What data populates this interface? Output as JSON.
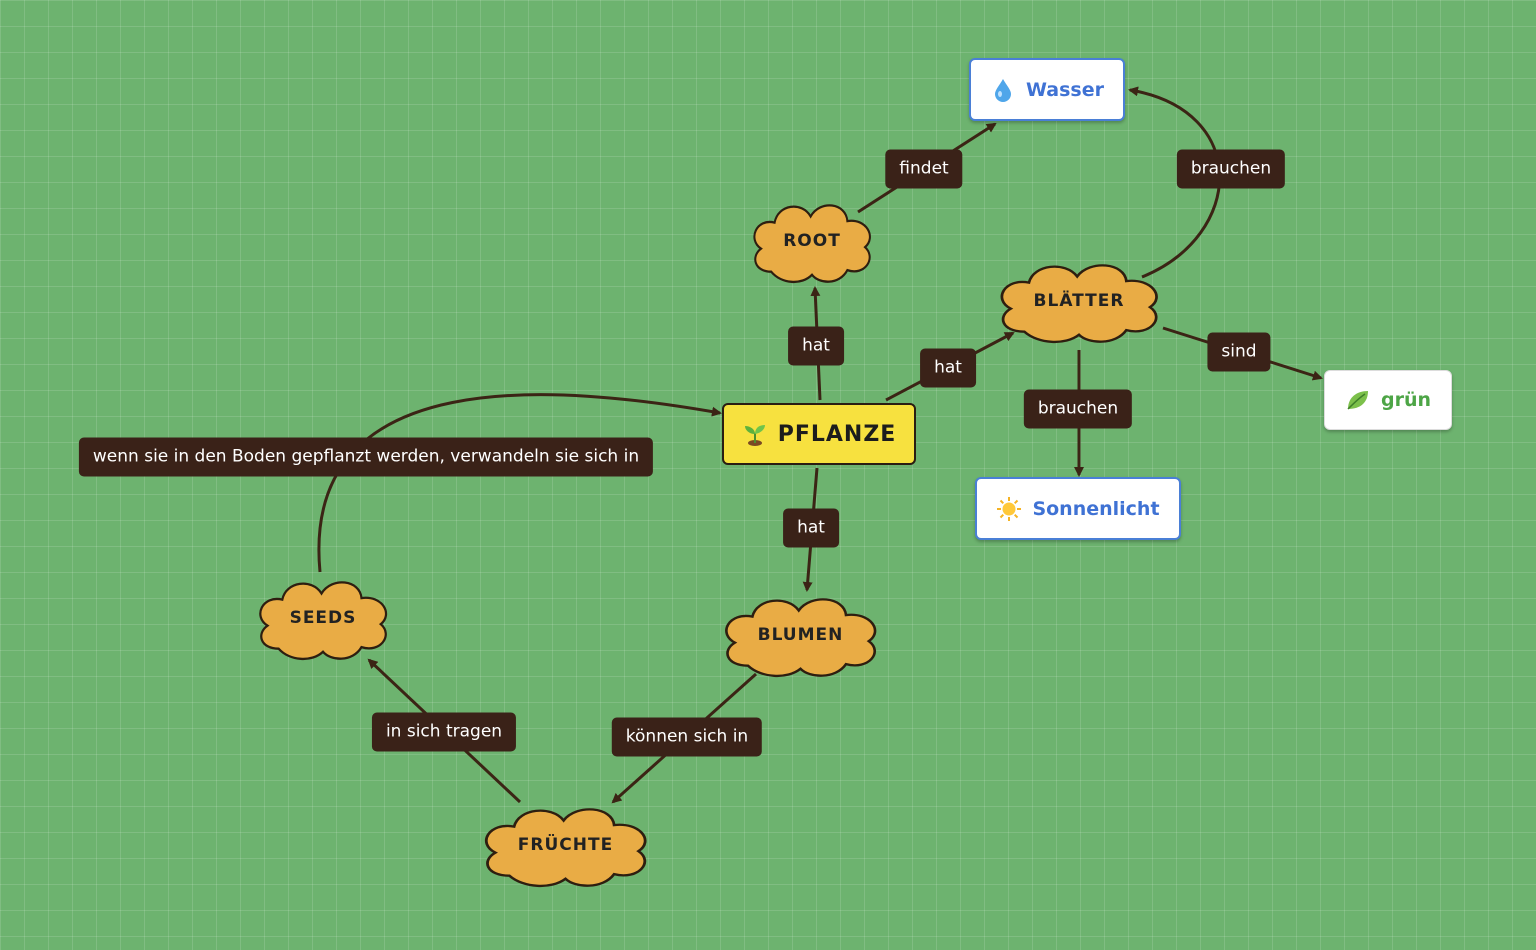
{
  "center": {
    "label": "PFLANZE",
    "icon": "seedling-icon"
  },
  "nodes": {
    "root": "ROOT",
    "blaetter": "BLÄTTER",
    "blumen": "BLUMEN",
    "seeds": "SEEDS",
    "fruechte": "FRÜCHTE"
  },
  "targets": {
    "wasser": {
      "label": "Wasser",
      "icon": "water-drop-icon"
    },
    "sonnenlicht": {
      "label": "Sonnenlicht",
      "icon": "sun-icon"
    },
    "gruen": {
      "label": "grün",
      "icon": "leaf-icon"
    }
  },
  "edge_labels": {
    "pflanze_root": "hat",
    "pflanze_blaetter": "hat",
    "pflanze_blumen": "hat",
    "root_wasser": "findet",
    "blaetter_wasser": "brauchen",
    "blaetter_sonnenlicht": "brauchen",
    "blaetter_gruen": "sind",
    "blumen_fruechte": "können sich in",
    "fruechte_seeds": "in sich tragen",
    "seeds_pflanze": "wenn sie in den Boden gepflanzt werden, verwandeln sie sich in"
  },
  "colors": {
    "background": "#6db36f",
    "cloud_fill": "#e9ac45",
    "center_fill": "#f7e13f",
    "edge": "#3b2415",
    "label_bg": "#3a2218",
    "target_blue_text": "#3f72d4",
    "target_green_text": "#4da546"
  }
}
